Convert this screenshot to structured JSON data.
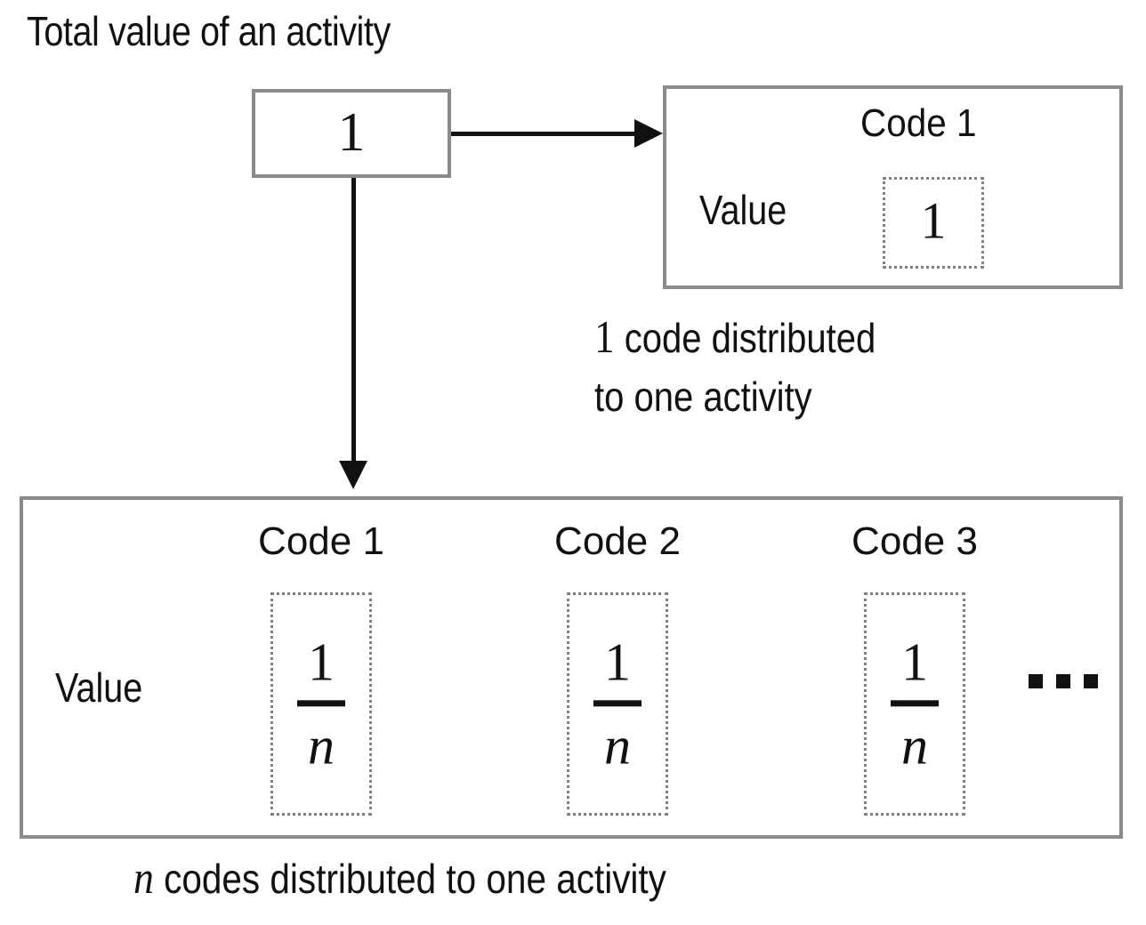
{
  "title": "Total value of an activity",
  "total_box": {
    "value": "1"
  },
  "single_code_box": {
    "code_header": "Code 1",
    "value_label": "Value",
    "value": "1"
  },
  "single_code_caption": {
    "quantity": "1",
    "line1": "code distributed",
    "line2": "to one activity"
  },
  "multi_code_box": {
    "value_label": "Value",
    "columns": [
      {
        "code_header": "Code 1",
        "numerator": "1",
        "denominator": "n"
      },
      {
        "code_header": "Code 2",
        "numerator": "1",
        "denominator": "n"
      },
      {
        "code_header": "Code 3",
        "numerator": "1",
        "denominator": "n"
      }
    ],
    "ellipsis": "..."
  },
  "multi_code_caption": {
    "quantity": "n",
    "text": "codes distributed to one activity"
  },
  "colors": {
    "box_border": "#8a8a8a",
    "dotted_border": "#808080",
    "arrow": "#111111",
    "text": "#111111",
    "background": "#ffffff"
  }
}
